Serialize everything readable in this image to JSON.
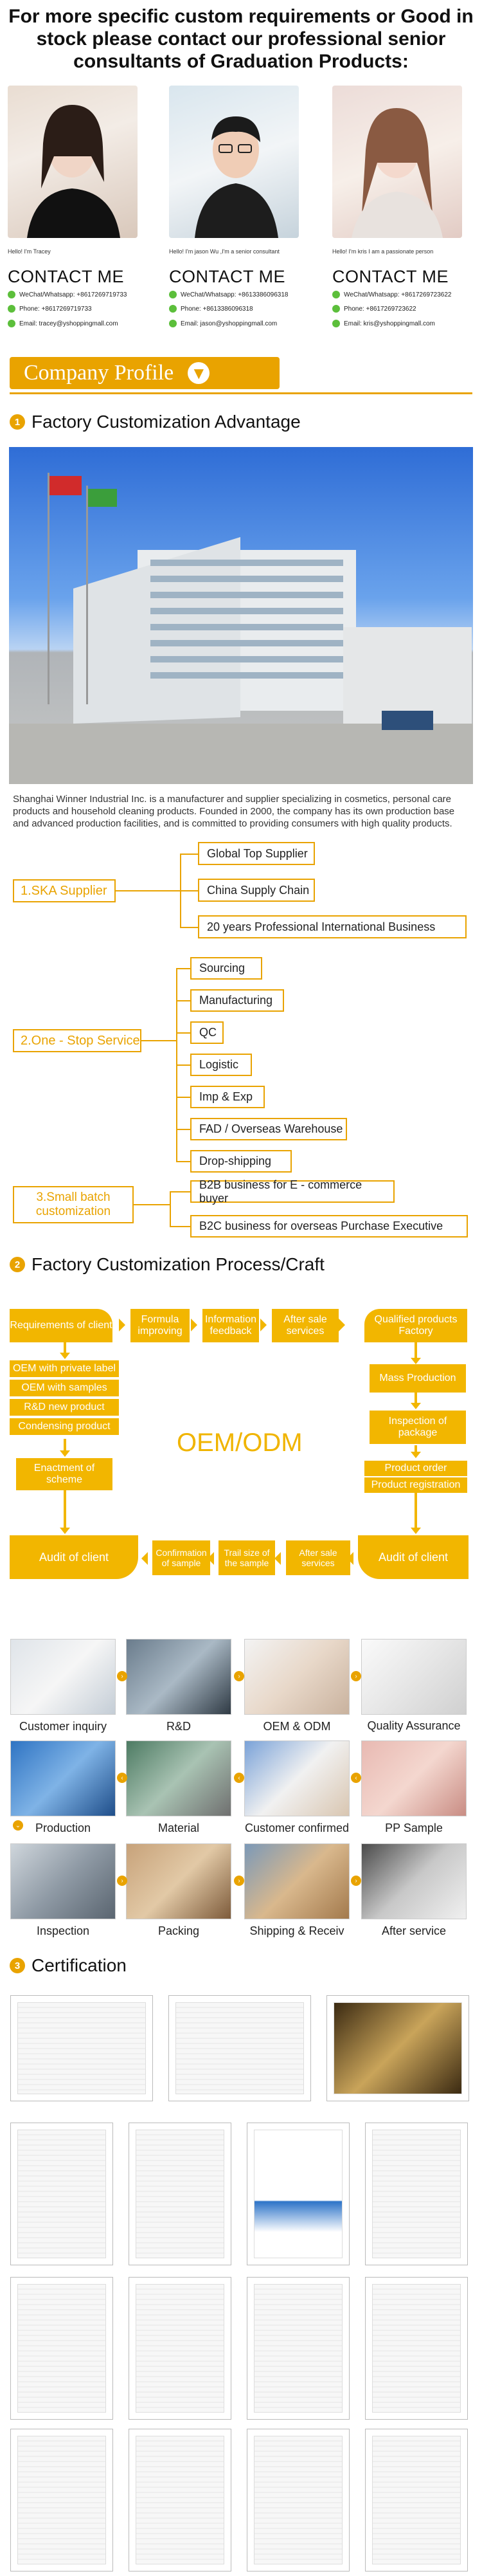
{
  "headline": "For more specific custom requirements or Good in stock please contact our professional senior consultants of Graduation Products:",
  "consultants": [
    {
      "caption": "Hello! I'm Tracey",
      "contact_title": "CONTACT ME",
      "wechat": "WeChat/Whatsapp: +8617269719733",
      "phone": "Phone: +8617269719733",
      "email": "Email: tracey@yshoppingmall.com"
    },
    {
      "caption": "Hello! I'm jason Wu ,I'm a senior consultant",
      "contact_title": "CONTACT ME",
      "wechat": "WeChat/Whatsapp: +8613386096318",
      "phone": "Phone: +8613386096318",
      "email": "Email: jason@yshoppingmall.com"
    },
    {
      "caption": "Hello! I'm kris I am a passionate person",
      "contact_title": "CONTACT ME",
      "wechat": "WeChat/Whatsapp: +8617269723622",
      "phone": "Phone: +8617269723622",
      "email": "Email: kris@yshoppingmall.com"
    }
  ],
  "company_profile": "Company Profile",
  "sections": {
    "s1": {
      "num": "1",
      "title": "Factory Customization Advantage"
    },
    "s2": {
      "num": "2",
      "title": "Factory Customization Process/Craft"
    },
    "s3": {
      "num": "3",
      "title": "Certification"
    }
  },
  "description": "Shanghai Winner Industrial Inc. is a manufacturer and supplier specializing in cosmetics, personal care products and household cleaning products. Founded in 2000, the company has its own production base and advanced production facilities, and is committed to providing consumers with high quality products.",
  "advantages": {
    "ska": {
      "label": "1.SKA Supplier",
      "items": [
        "Global Top Supplier",
        "China Supply Chain",
        "20 years Professional International Business"
      ]
    },
    "one_stop": {
      "label": "2.One - Stop Service",
      "items": [
        "Sourcing",
        "Manufacturing",
        "QC",
        "Logistic",
        "Imp & Exp",
        "FAD / Overseas Warehouse",
        "Drop-shipping"
      ]
    },
    "small_batch": {
      "label": "3.Small batch customization",
      "items": [
        "B2B business for E - commerce buyer",
        "B2C business for overseas Purchase Executive"
      ]
    }
  },
  "process": {
    "center": "OEM/ODM",
    "top_row": [
      "Requirements of client",
      "Formula improving",
      "Information feedback",
      "After sale services",
      "Qualified products Factory"
    ],
    "left_col": [
      "OEM with private label",
      "OEM with samples",
      "R&D new product",
      "Condensing product",
      "Enactment of scheme"
    ],
    "right_col": [
      "Mass Production",
      "Inspection of package",
      "Product order",
      "Product registration"
    ],
    "bottom_row": [
      "Audit of client",
      "Confirmation of sample",
      "Trail size of the sample",
      "After sale services",
      "Audit of client"
    ]
  },
  "gallery": [
    "Customer inquiry",
    "R&D",
    "OEM & ODM",
    "Quality Assurance",
    "Production",
    "Material",
    "Customer confirmed",
    "PP Sample",
    "Inspection",
    "Packing",
    "Shipping & Receiv",
    "After service"
  ],
  "colors": {
    "accent": "#e9a300",
    "contact_dot": "#5cbf3b",
    "process_fill": "#f2b600"
  }
}
